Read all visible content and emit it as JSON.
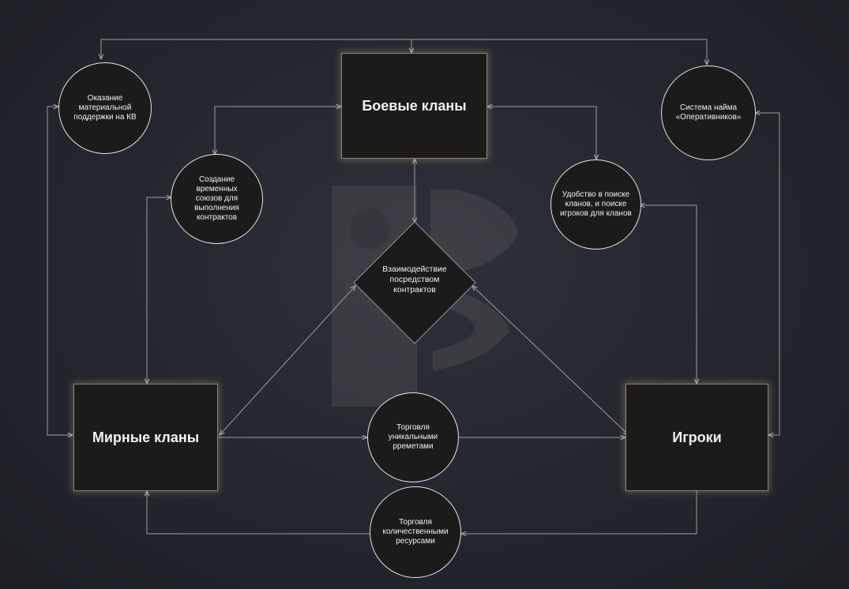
{
  "nodes": {
    "combat_clans": "Боевые кланы",
    "peaceful_clans": "Мирные кланы",
    "players": "Игроки",
    "contracts": "Взаимодействие\nпосредством\nконтрактов",
    "material_support": "Оказание\nматериальной\nподдержки на КВ",
    "temporary_alliances": "Создание\nвременных\nсоюзов для\nвыполнения\nконтрактов",
    "operatives_hiring": "Система найма\n«Оперативников»",
    "clan_search": "Удобство в поиске\nкланов, и поиске\nигроков для кланов",
    "unique_trade": "Торговля\nуникальными\npреметами",
    "resource_trade": "Торговля\nколичественными\nресурсами"
  },
  "colors": {
    "background": "#262830",
    "box_fill": "#1c1b1a",
    "box_glow": "#d6c08c",
    "circle_border": "#e4e4e4",
    "connector": "#9c9c9c",
    "text": "#f2f2f2"
  }
}
